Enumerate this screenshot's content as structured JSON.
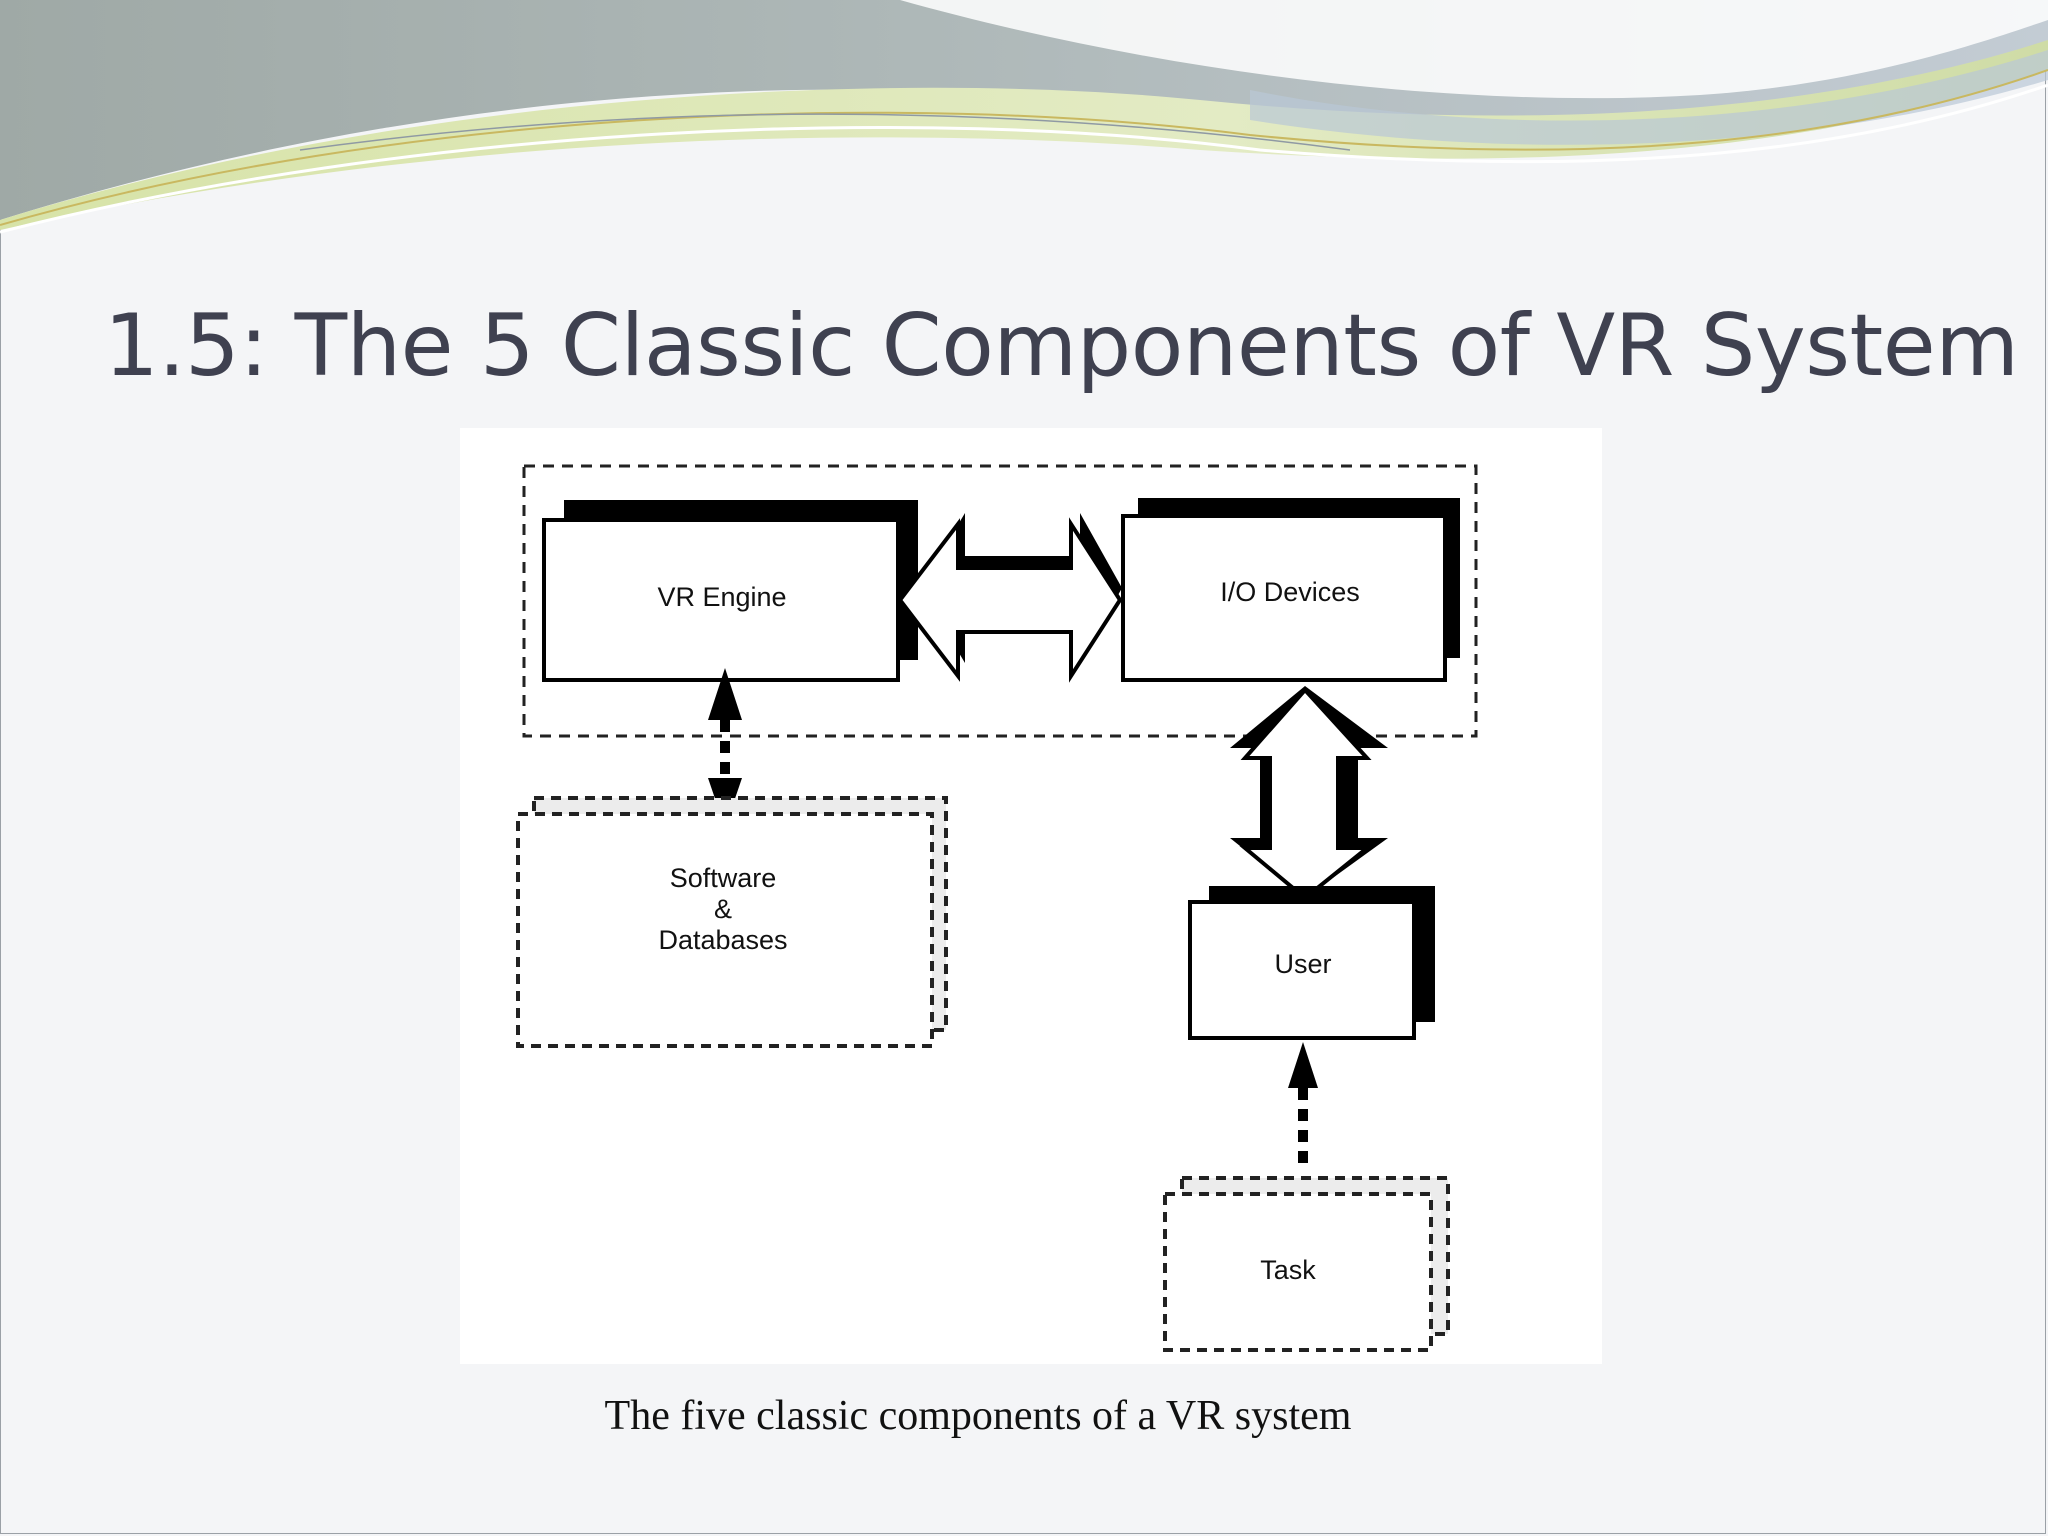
{
  "slide": {
    "title": "1.5: The 5 Classic Components of VR System",
    "caption": "The five classic components of a VR system"
  },
  "diagram": {
    "nodes": {
      "vr_engine": "VR Engine",
      "io_devices": "I/O Devices",
      "software_line1": "Software",
      "software_line2": "&",
      "software_line3": "Databases",
      "user": "User",
      "task": "Task"
    }
  },
  "colors": {
    "title": "#3f4150",
    "wave_green": "#c8d89a",
    "wave_blue": "#b9c8d6",
    "line": "#111111"
  }
}
